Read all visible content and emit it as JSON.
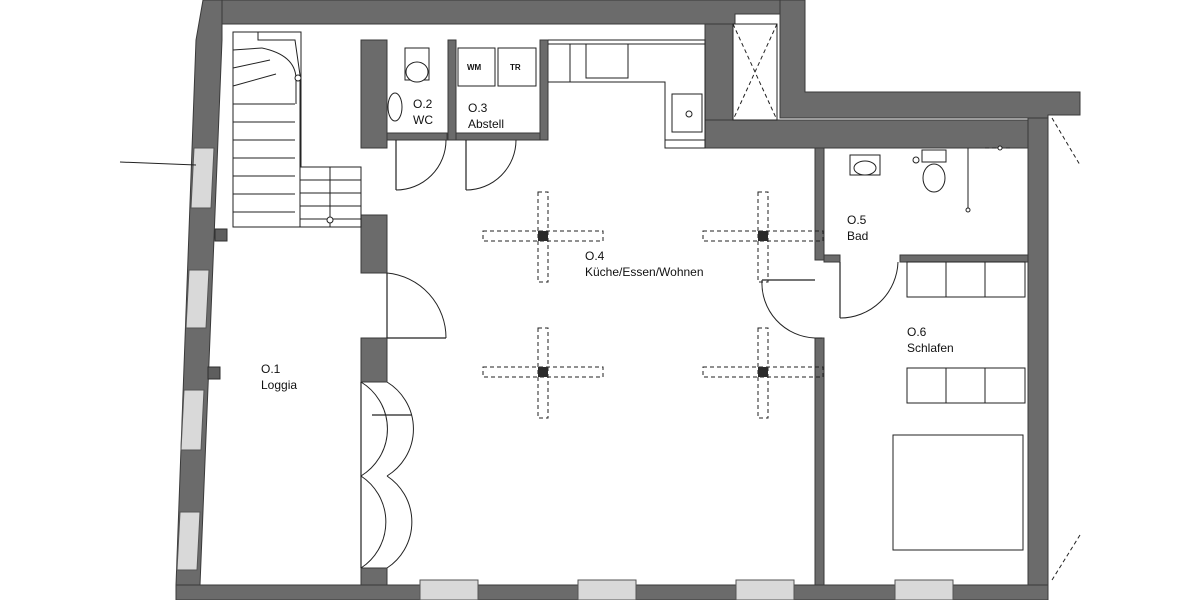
{
  "rooms": {
    "loggia": {
      "number": "O.1",
      "name": "Loggia"
    },
    "wc": {
      "number": "O.2",
      "name": "WC"
    },
    "abstell": {
      "number": "O.3",
      "name": "Abstell"
    },
    "kueche": {
      "number": "O.4",
      "name": "Küche/Essen/Wohnen"
    },
    "bad": {
      "number": "O.5",
      "name": "Bad"
    },
    "schlafen": {
      "number": "O.6",
      "name": "Schlafen"
    }
  },
  "appliances": {
    "washer": "WM",
    "dryer": "TR"
  },
  "colors": {
    "wall": "#6b6b6b",
    "window_glass": "#d9d9d9",
    "line": "#222222",
    "background": "#ffffff"
  }
}
